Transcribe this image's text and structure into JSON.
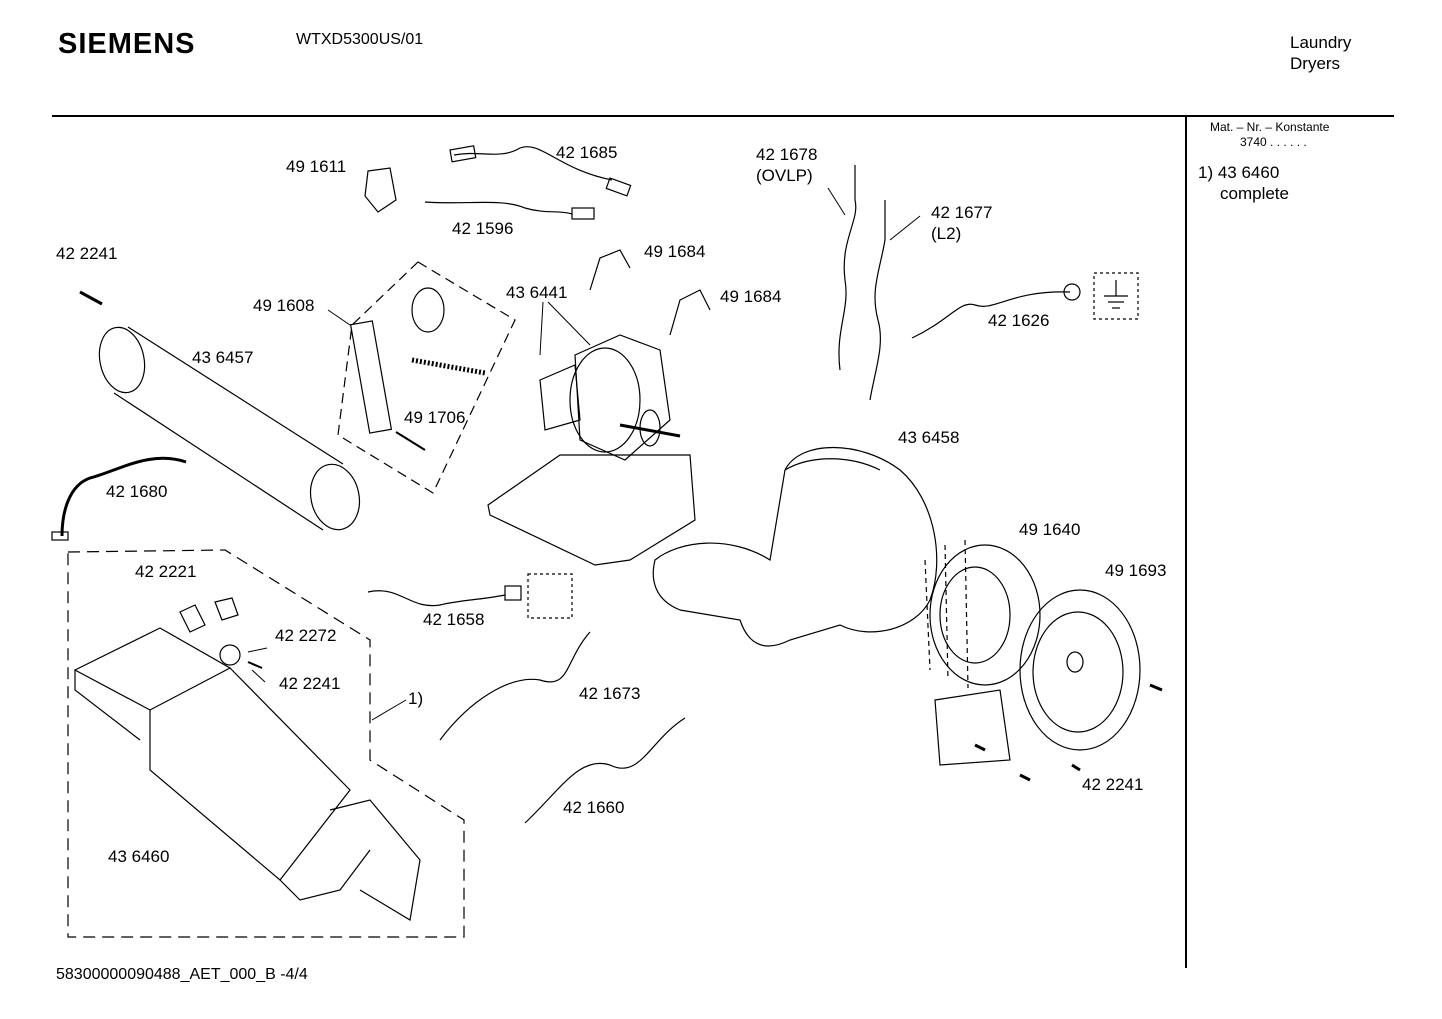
{
  "header": {
    "brand": "SIEMENS",
    "model": "WTXD5300US/01",
    "category_line1": "Laundry",
    "category_line2": "Dryers"
  },
  "sidebar": {
    "mat_label": "Mat. – Nr. – Konstante",
    "mat_value": "3740 . . . . . .",
    "note_index": "1) 43 6460",
    "note_text": "complete"
  },
  "footer": {
    "doc_id": "58300000090488_AET_000_B  -4/4"
  },
  "parts": [
    {
      "id": "p491611",
      "text": "49 1611"
    },
    {
      "id": "p421685",
      "text": "42 1685"
    },
    {
      "id": "p421596",
      "text": "42 1596"
    },
    {
      "id": "p421678",
      "text": "42 1678"
    },
    {
      "id": "p421678b",
      "text": "(OVLP)"
    },
    {
      "id": "p421677",
      "text": "42 1677"
    },
    {
      "id": "p421677b",
      "text": "(L2)"
    },
    {
      "id": "p422241a",
      "text": "42 2241"
    },
    {
      "id": "p491684a",
      "text": "49 1684"
    },
    {
      "id": "p491684b",
      "text": "49 1684"
    },
    {
      "id": "p491608",
      "text": "49 1608"
    },
    {
      "id": "p436441",
      "text": "43 6441"
    },
    {
      "id": "p421626",
      "text": "42 1626"
    },
    {
      "id": "p436457",
      "text": "43 6457"
    },
    {
      "id": "p491706",
      "text": "49 1706"
    },
    {
      "id": "p436458",
      "text": "43 6458"
    },
    {
      "id": "p421680",
      "text": "42 1680"
    },
    {
      "id": "p491640",
      "text": "49 1640"
    },
    {
      "id": "p422221",
      "text": "42 2221"
    },
    {
      "id": "p491693",
      "text": "49 1693"
    },
    {
      "id": "p421658",
      "text": "42 1658"
    },
    {
      "id": "p422272",
      "text": "42 2272"
    },
    {
      "id": "p422241b",
      "text": "42 2241"
    },
    {
      "id": "p421673",
      "text": "42 1673"
    },
    {
      "id": "p1",
      "text": "1)"
    },
    {
      "id": "p422241c",
      "text": "42 2241"
    },
    {
      "id": "p421660",
      "text": "42 1660"
    },
    {
      "id": "p436460",
      "text": "43 6460"
    }
  ]
}
